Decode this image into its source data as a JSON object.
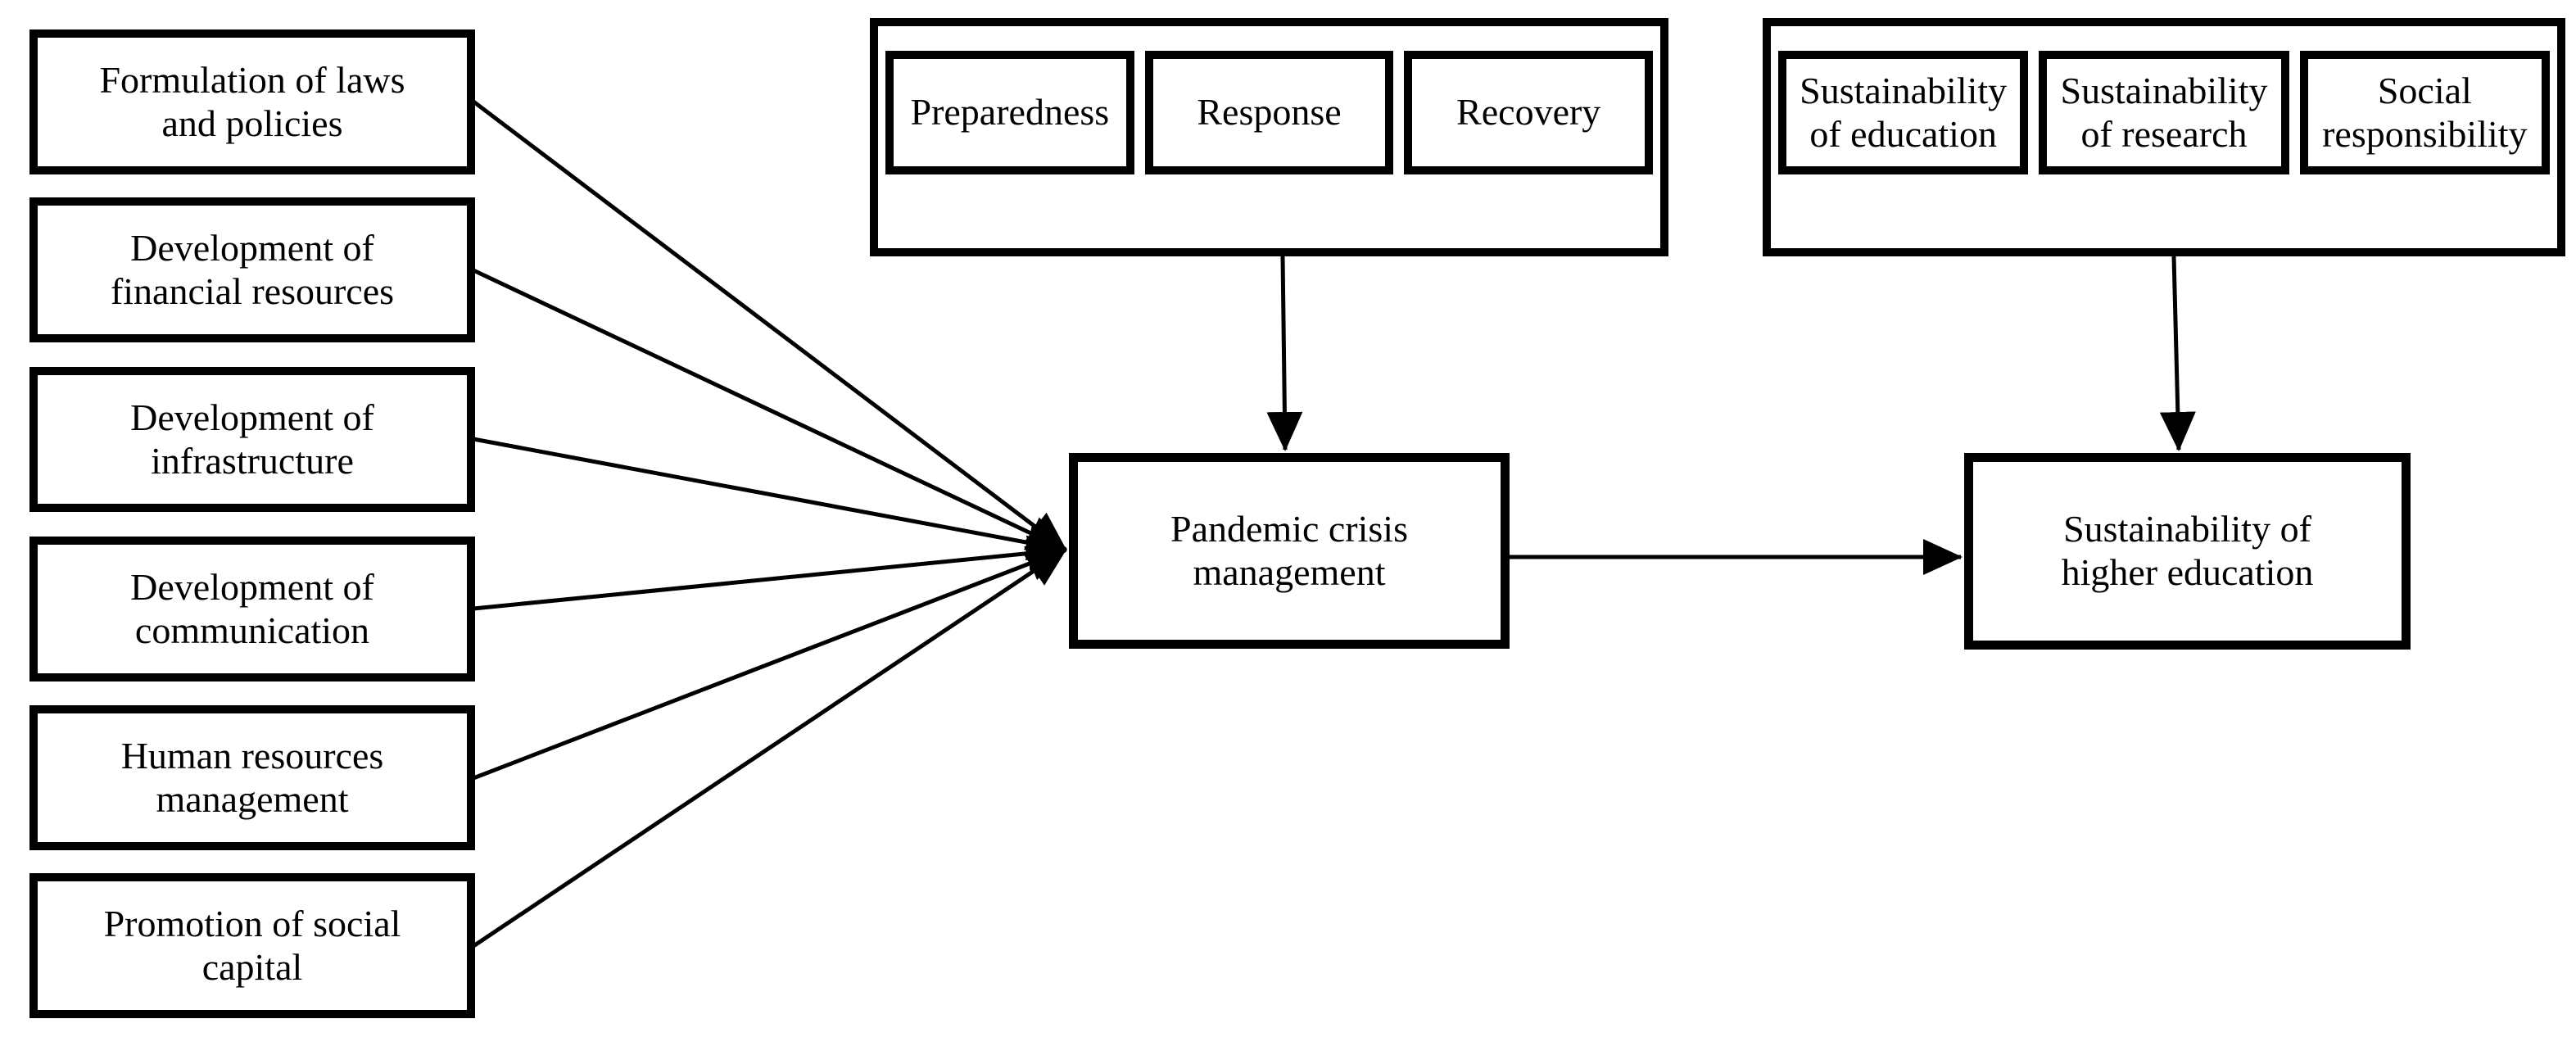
{
  "diagram": {
    "factors": [
      {
        "label": "Formulation of laws\nand policies"
      },
      {
        "label": "Development of\nfinancial resources"
      },
      {
        "label": "Development of\ninfrastructure"
      },
      {
        "label": "Development of\ncommunication"
      },
      {
        "label": "Human resources\nmanagement"
      },
      {
        "label": "Promotion of social\ncapital"
      }
    ],
    "crisis_phases": {
      "items": [
        {
          "label": "Preparedness"
        },
        {
          "label": "Response"
        },
        {
          "label": "Recovery"
        }
      ]
    },
    "sustainability_dimensions": {
      "items": [
        {
          "label": "Sustainability\nof education"
        },
        {
          "label": "Sustainability\nof research"
        },
        {
          "label": "Social\nresponsibility"
        }
      ]
    },
    "central_node": {
      "label": "Pandemic crisis\nmanagement"
    },
    "outcome_node": {
      "label": "Sustainability of\nhigher education"
    }
  },
  "colors": {
    "background": "#ffffff",
    "box_border": "#000000",
    "text": "#000000",
    "connector": "#000000"
  }
}
